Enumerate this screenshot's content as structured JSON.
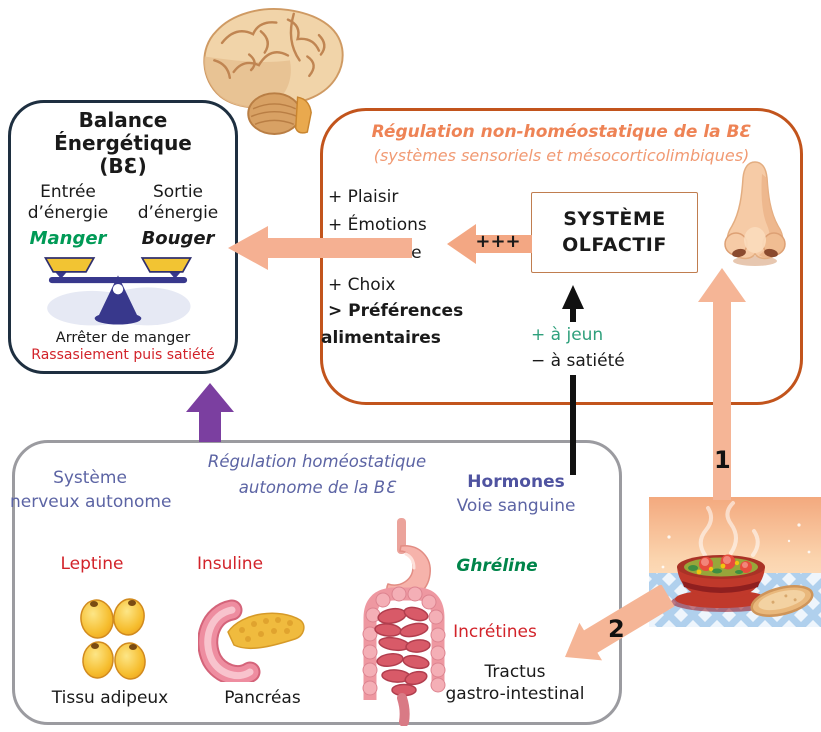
{
  "palette": {
    "navy_border": "#1e2f40",
    "orange_border": "#c2541c",
    "orange_title": "#ee8355",
    "salmon_arrow": "#f5b092",
    "purple_arrow": "#7b3fa0",
    "gray_border": "#9b9ba0",
    "blue_text": "#5c64a4",
    "red_text": "#d2232a",
    "green_text": "#009a56",
    "black_arrow": "#111111"
  },
  "balance_box": {
    "title_line1": "Balance",
    "title_line2": "Énergétique",
    "title_line3": "(BƐ)",
    "in_line1": "Entrée",
    "in_line2": "d’énergie",
    "in_line3": "Manger",
    "out_line1": "Sortie",
    "out_line2": "d’énergie",
    "out_line3": "Bouger",
    "caption": "Arrêter de manger",
    "caption_red": "Rassasiement puis satiété"
  },
  "non_homeostatic_box": {
    "title": "Régulation non-homéostatique de la BƐ",
    "subtitle": "(systèmes sensoriels et mésocorticolimbiques)",
    "list": [
      "+ Plaisir",
      "+ Émotions",
      "+ Mémoire",
      "+ Choix"
    ],
    "list_bold_line1": "> Préférences",
    "list_bold_line2": "alimentaires",
    "plus_label": "+++",
    "olfactory_line1": "SYSTÈME",
    "olfactory_line2": "OLFACTIF",
    "fasting_label": "+ à jeun",
    "satiety_label": "− à satiété"
  },
  "homeostatic_box": {
    "title_line1": "Régulation homéostatique",
    "title_line2": "autonome de la BƐ",
    "sns_line1": "Système",
    "sns_line2": "nerveux autonome",
    "hormones": "Hormones",
    "hormones_sub": "Voie sanguine",
    "leptine": "Leptine",
    "insuline": "Insuline",
    "ghreline": "Ghréline",
    "incretines": "Incrétines",
    "tractus_line1": "Tractus",
    "tractus_line2": "gastro-intestinal",
    "adipose_caption": "Tissu adipeux",
    "pancreas_caption": "Pancréas"
  },
  "arrows": {
    "food_to_nose_label": "1",
    "food_to_gut_label": "2"
  }
}
